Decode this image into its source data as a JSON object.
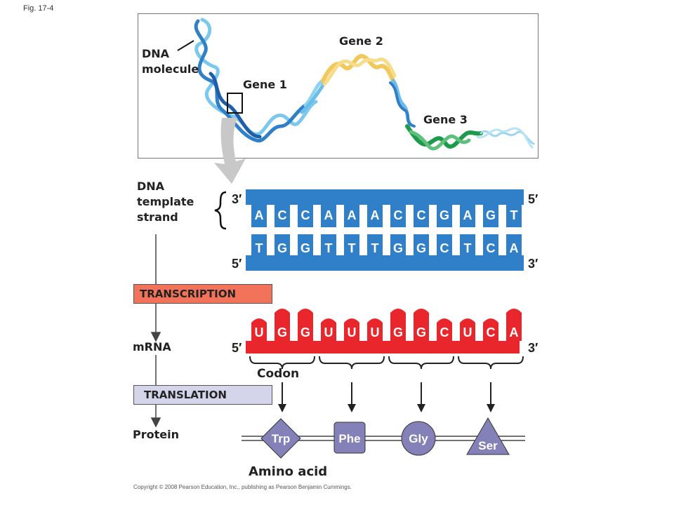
{
  "figure_label": "Fig. 17-4",
  "copyright": "Copyright © 2008 Pearson Education, Inc., publishing as Pearson Benjamin Cummings.",
  "top_panel": {
    "dna_label_line1": "DNA",
    "dna_label_line2": "molecule",
    "gene1": "Gene 1",
    "gene2": "Gene 2",
    "gene3": "Gene 3"
  },
  "template_label": [
    "DNA",
    "template",
    "strand"
  ],
  "dna": {
    "top_strand": [
      "A",
      "C",
      "C",
      "A",
      "A",
      "A",
      "C",
      "C",
      "G",
      "A",
      "G",
      "T"
    ],
    "bottom_strand": [
      "T",
      "G",
      "G",
      "T",
      "T",
      "T",
      "G",
      "G",
      "C",
      "T",
      "C",
      "A"
    ],
    "top_left_end": "3′",
    "top_right_end": "5′",
    "bottom_left_end": "5′",
    "bottom_right_end": "3′"
  },
  "transcription_label": "TRANSCRIPTION",
  "mrna_label": "mRNA",
  "mrna": {
    "bases": [
      "U",
      "G",
      "G",
      "U",
      "U",
      "U",
      "G",
      "G",
      "C",
      "U",
      "C",
      "A"
    ],
    "left_end": "5′",
    "right_end": "3′"
  },
  "codon_label": "Codon",
  "translation_label": "TRANSLATION",
  "protein_label": "Protein",
  "amino_acids": [
    "Trp",
    "Phe",
    "Gly",
    "Ser"
  ],
  "amino_acid_label": "Amino acid",
  "colors": {
    "dna_blue": "#2f7fc9",
    "dna_dark_blue": "#1f5fa8",
    "mrna_red": "#e8262b",
    "amino_purple": "#8481b8",
    "gene2_yellow": "#f2c75c",
    "gene3_green": "#1e9a4b",
    "transcription_box": "#f2735a",
    "translation_box": "#d4d4ea"
  }
}
